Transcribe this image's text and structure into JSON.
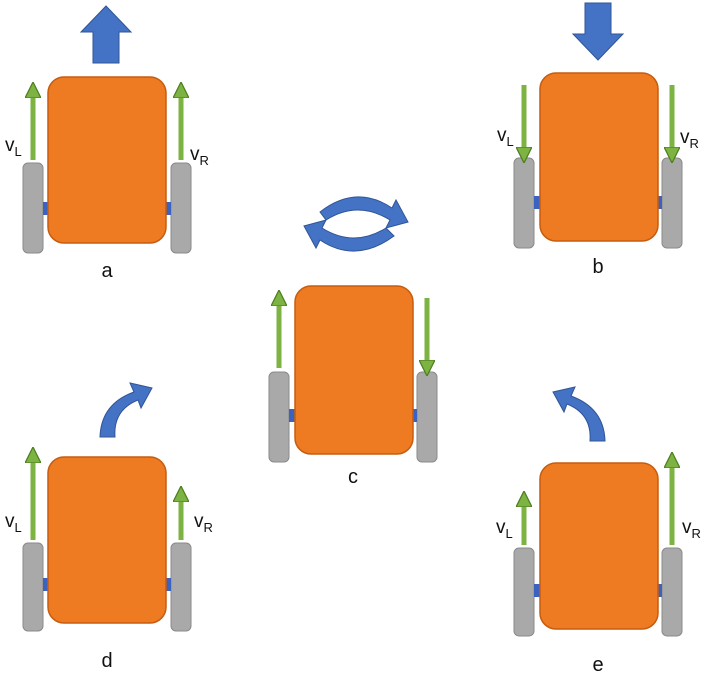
{
  "colors": {
    "body": "#ee7b22",
    "body_stroke": "#c55d10",
    "wheel": "#a9a9a9",
    "wheel_stroke": "#8a8a8a",
    "axle": "#3c62c0",
    "motion_arrow": "#4472c4",
    "velocity_arrow": "#7cb342",
    "velocity_stroke": "#4e7f1f",
    "background": "#ffffff"
  },
  "symbols": {
    "left_velocity": "v",
    "left_subscript": "L",
    "right_velocity": "v",
    "right_subscript": "R"
  },
  "panels": [
    {
      "id": "a",
      "caption": "a",
      "motion": "forward",
      "left_wheel": "forward",
      "right_wheel": "forward",
      "show_labels": true
    },
    {
      "id": "b",
      "caption": "b",
      "motion": "backward",
      "left_wheel": "backward",
      "right_wheel": "backward",
      "show_labels": true
    },
    {
      "id": "c",
      "caption": "c",
      "motion": "rotate-in-place",
      "left_wheel": "forward",
      "right_wheel": "backward",
      "show_labels": false
    },
    {
      "id": "d",
      "caption": "d",
      "motion": "turn-right",
      "left_wheel": "forward-fast",
      "right_wheel": "forward-slow",
      "show_labels": true
    },
    {
      "id": "e",
      "caption": "e",
      "motion": "turn-left",
      "left_wheel": "forward-slow",
      "right_wheel": "forward-fast",
      "show_labels": true
    }
  ]
}
